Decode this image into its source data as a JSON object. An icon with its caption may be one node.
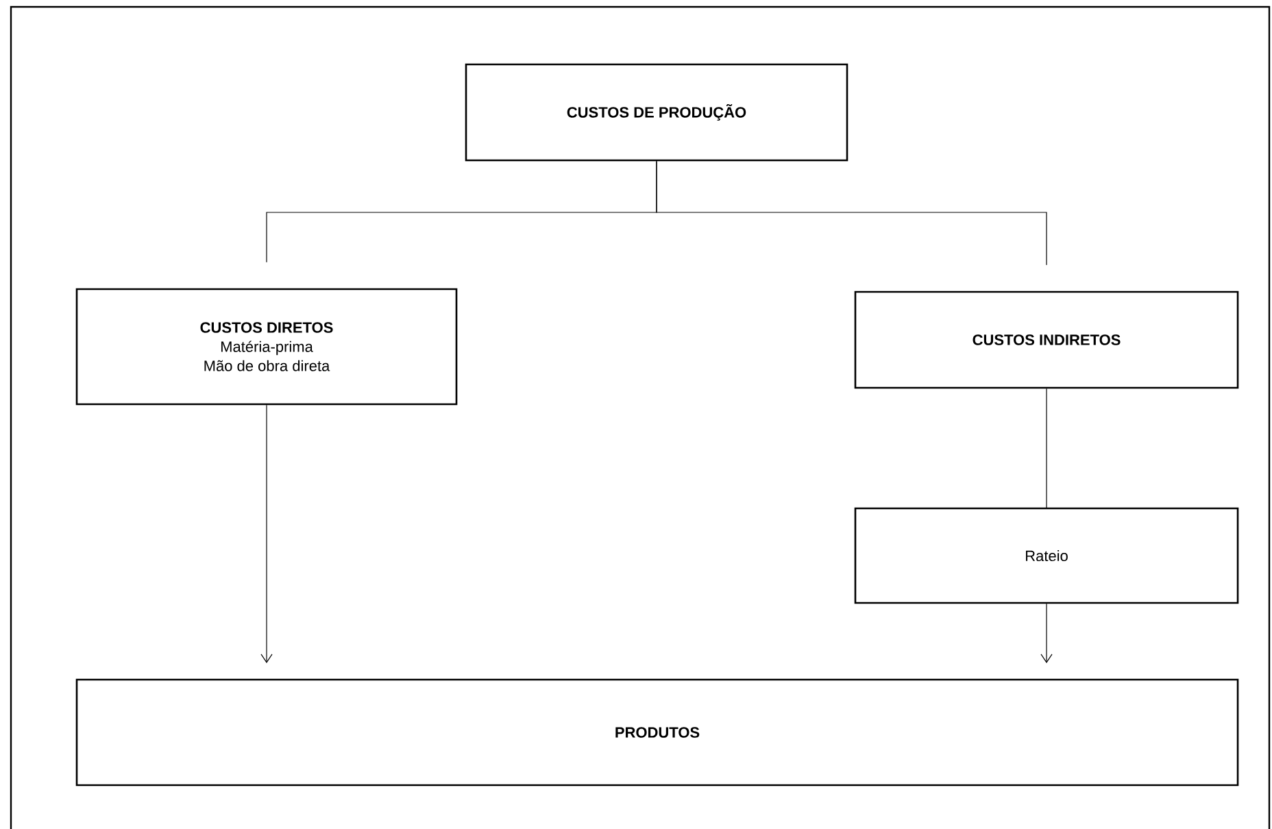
{
  "diagram": {
    "nodes": [
      {
        "text": [
          "CUSTOS DE PRODUÇÃO"
        ]
      },
      {
        "text": [
          "CUSTOS DIRETOS",
          "Matéria-prima",
          "Mão de obra direta"
        ]
      },
      {
        "text": [
          "CUSTOS INDIRETOS"
        ]
      },
      {
        "text": [
          "Rateio"
        ]
      },
      {
        "text": [
          "PRODUTOS"
        ]
      }
    ],
    "edges": [
      {
        "from": 0,
        "to": 1,
        "arrow": "none"
      },
      {
        "from": 0,
        "to": 2,
        "arrow": "none"
      },
      {
        "from": 1,
        "to": 4,
        "arrow": "to"
      },
      {
        "from": 2,
        "to": 3,
        "arrow": "none"
      },
      {
        "from": 3,
        "to": 4,
        "arrow": "to"
      }
    ]
  }
}
